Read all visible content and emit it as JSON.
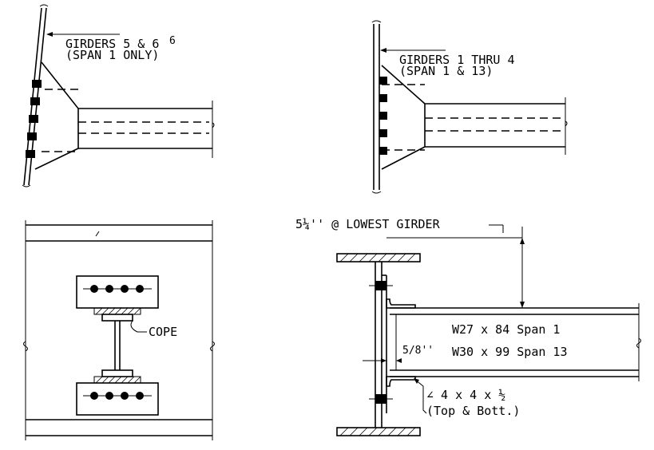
{
  "labels": {
    "girders_5_6": "GIRDERS 5 & 6",
    "span_1_only": "(SPAN 1 ONLY)",
    "superscript_6": "6",
    "girders_1_4": "GIRDERS 1 THRU 4",
    "span_1_13": "(SPAN 1 & 13)",
    "lowest_girder": "5¼'' @ LOWEST GIRDER",
    "cope": "COPE",
    "beam_1": "W27 x 84 Span 1",
    "beam_2": "W30 x 99 Span 13",
    "gap": "5/8''",
    "angle": "∠ 4 x 4 x ½",
    "angle_note": "(Top & Bott.)"
  },
  "colors": {
    "ink": "#000000",
    "paper": "#ffffff"
  }
}
